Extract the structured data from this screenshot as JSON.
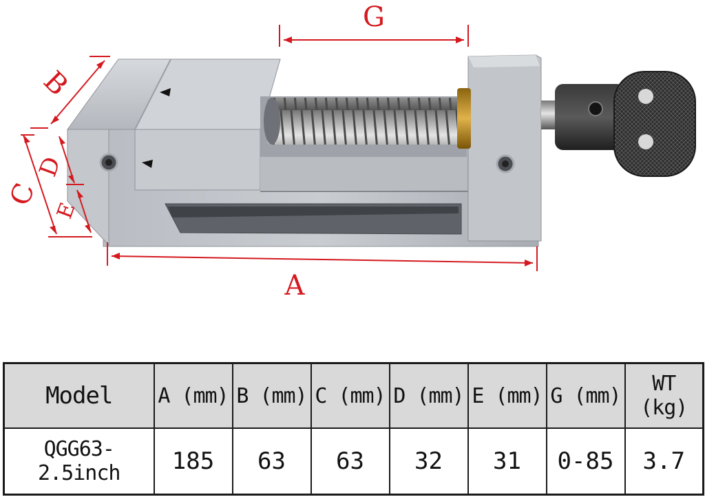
{
  "dimension_labels": {
    "a": "A",
    "b": "B",
    "c": "C",
    "d": "D",
    "e": "E",
    "g": "G"
  },
  "table": {
    "headers": [
      "Model",
      "A (mm)",
      "B (mm)",
      "C (mm)",
      "D (mm)",
      "E (mm)",
      "G (mm)",
      "WT (kg)"
    ],
    "rows": [
      [
        "QGG63-2.5inch",
        "185",
        "63",
        "63",
        "32",
        "31",
        "0-85",
        "3.7"
      ]
    ]
  },
  "colors": {
    "dimension_red": "#d4191f",
    "header_gray": "#d9d9d9",
    "steel": "#b8bcc2",
    "knob": "#2c2c2c",
    "brass": "#b8860b"
  }
}
